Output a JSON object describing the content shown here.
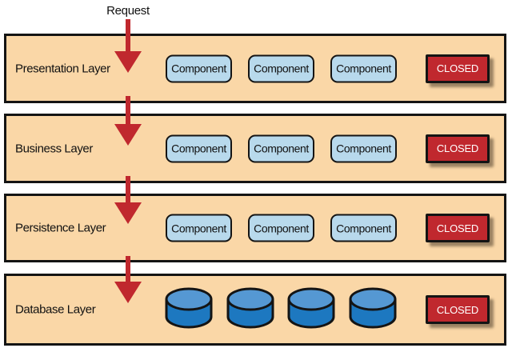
{
  "request_label": "Request",
  "layers": [
    {
      "label": "Presentation Layer",
      "components": [
        "Component",
        "Component",
        "Component"
      ],
      "closed": "CLOSED"
    },
    {
      "label": "Business Layer",
      "components": [
        "Component",
        "Component",
        "Component"
      ],
      "closed": "CLOSED"
    },
    {
      "label": "Persistence Layer",
      "components": [
        "Component",
        "Component",
        "Component"
      ],
      "closed": "CLOSED"
    },
    {
      "label": "Database Layer",
      "database_count": 4,
      "closed": "CLOSED"
    }
  ],
  "colors": {
    "layer_fill": "#FAD7A7",
    "outline": "#141414",
    "component_fill": "#B8D9EC",
    "closed_fill": "#C0282E",
    "closed_text": "#FFFFFF",
    "arrow_red": "#C0282E",
    "db_body": "#1D78C0",
    "db_top": "#5598D3"
  }
}
